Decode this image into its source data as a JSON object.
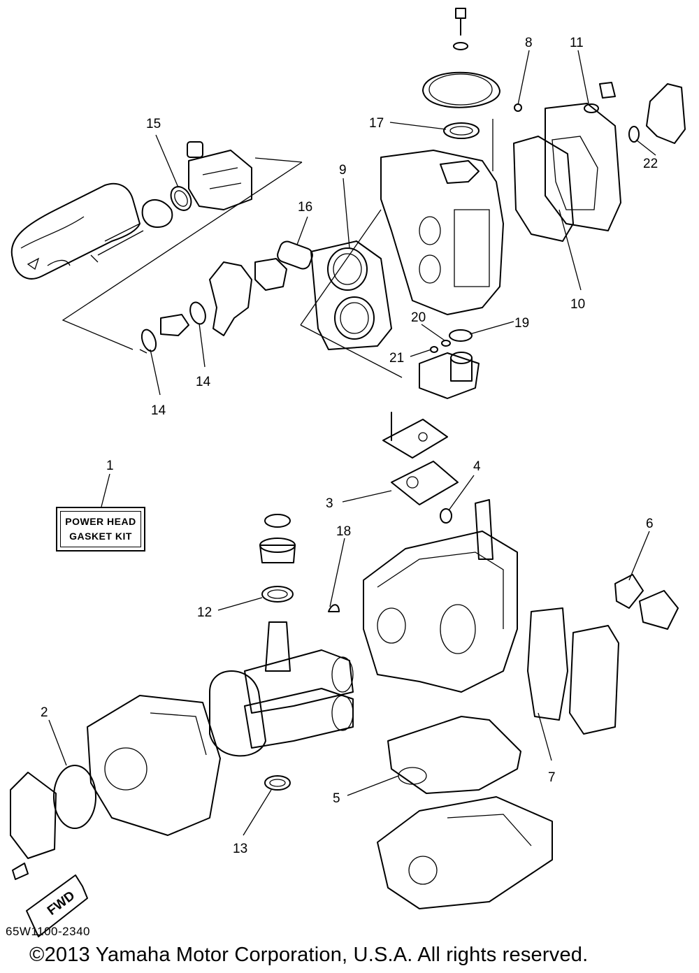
{
  "diagram": {
    "callouts": [
      "1",
      "2",
      "3",
      "4",
      "5",
      "6",
      "7",
      "8",
      "9",
      "10",
      "11",
      "12",
      "13",
      "14",
      "14",
      "15",
      "16",
      "17",
      "18",
      "19",
      "20",
      "21",
      "22"
    ],
    "kit_label": {
      "line1": "POWER HEAD",
      "line2": "GASKET KIT"
    },
    "fwd_label": "FWD",
    "part_code": "65W1100-2340",
    "copyright": "©2013 Yamaha Motor Corporation, U.S.A. All rights reserved."
  }
}
